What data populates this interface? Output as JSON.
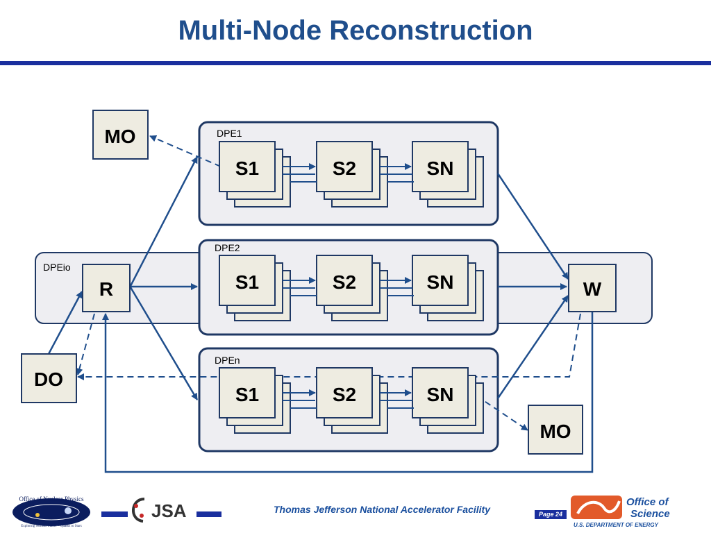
{
  "slide": {
    "title": "Multi-Node Reconstruction",
    "footer": "Thomas Jefferson National Accelerator Facility",
    "page": "Page 24"
  },
  "diagram": {
    "dpe_labels": [
      "DPE1",
      "DPE2",
      "DPEn",
      "DPEio"
    ],
    "stage_labels": [
      "S1",
      "S2",
      "SN"
    ],
    "nodes": {
      "reader": "R",
      "writer": "W",
      "monitor_top": "MO",
      "monitor_bottom": "MO",
      "data_out": "DO"
    }
  },
  "logos": {
    "nuclear_physics": "Office of Nuclear Physics",
    "nuclear_physics_tagline": "Exploring Nuclear Matter – Quarks to Stars",
    "jsa": "JSA",
    "science_office": "Office of",
    "science_word": "Science",
    "doe": "U.S. DEPARTMENT OF ENERGY"
  },
  "colors": {
    "title": "#1f4e8c",
    "rule": "#1a2f9e",
    "container_stroke": "#1f3864",
    "node_fill": "#eeece1",
    "arrow": "#1f4e8c"
  }
}
